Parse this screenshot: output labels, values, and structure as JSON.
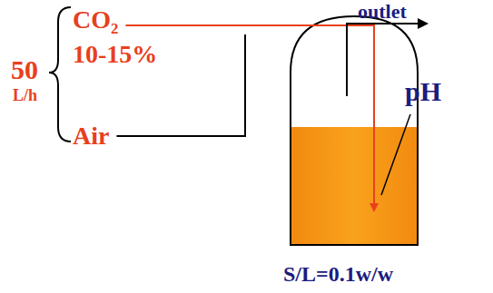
{
  "diagram": {
    "labels": [
      "50",
      "L/h",
      "CO₂",
      "10-15%",
      "Air",
      "outlet",
      "pH",
      "S/L=0.1w/w"
    ]
  }
}
